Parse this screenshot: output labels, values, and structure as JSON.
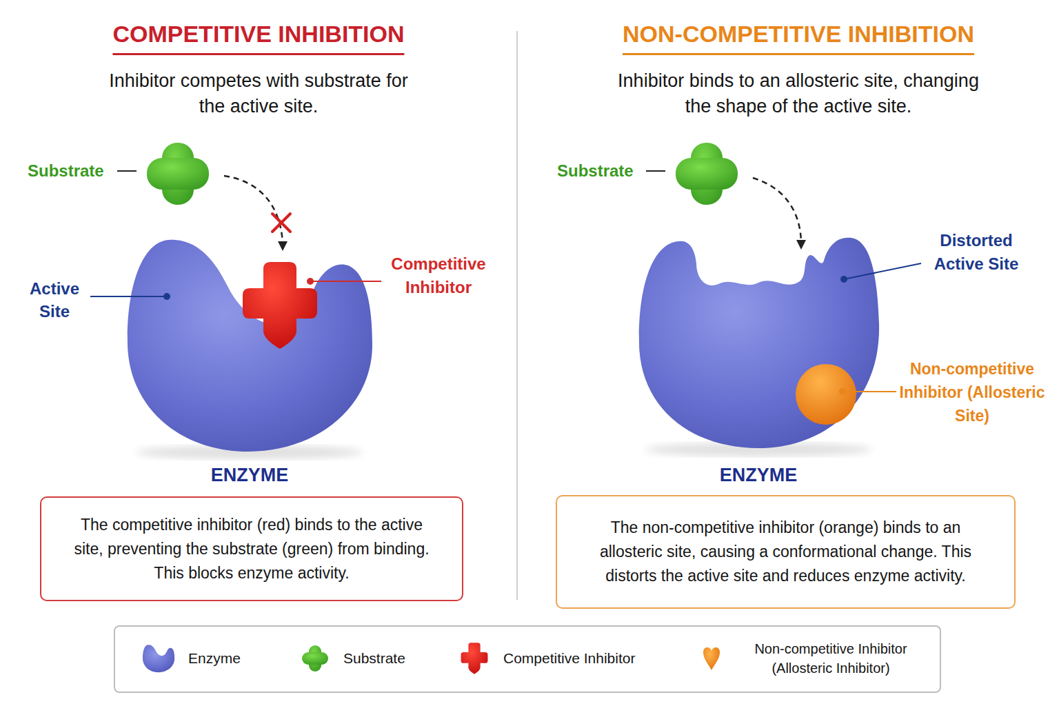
{
  "diagram": {
    "nodes": [
      {
        "text": [
          "The competitive inhibitor (red) binds to the active site, preventing the substrate (green) from binding. This blocks enzyme activity."
        ]
      },
      {
        "text": [
          "The non-competitive inhibitor (orange) binds to an allosteric site, causing a conformational change. This distorts the active site and reduces enzyme activity."
        ]
      }
    ],
    "labels": [
      "COMPETITIVE INHIBITION",
      "Inhibitor competes with substrate for the active site.",
      "Substrate",
      "Active Site",
      "Competitive Inhibitor",
      "ENZYME",
      "NON-COMPETITIVE INHIBITION",
      "Inhibitor binds to an allosteric site, changing the shape of the active site.",
      "Substrate",
      "Distorted Active Site",
      "Non-competitive Inhibitor (Allosteric Site)",
      "ENZYME"
    ],
    "legend": [
      {
        "text": "Enzyme"
      },
      {
        "text": "Substrate"
      },
      {
        "text": "Competitive Inhibitor"
      },
      {
        "text": "Non-competitive Inhibitor (Allosteric Inhibitor)"
      }
    ]
  }
}
